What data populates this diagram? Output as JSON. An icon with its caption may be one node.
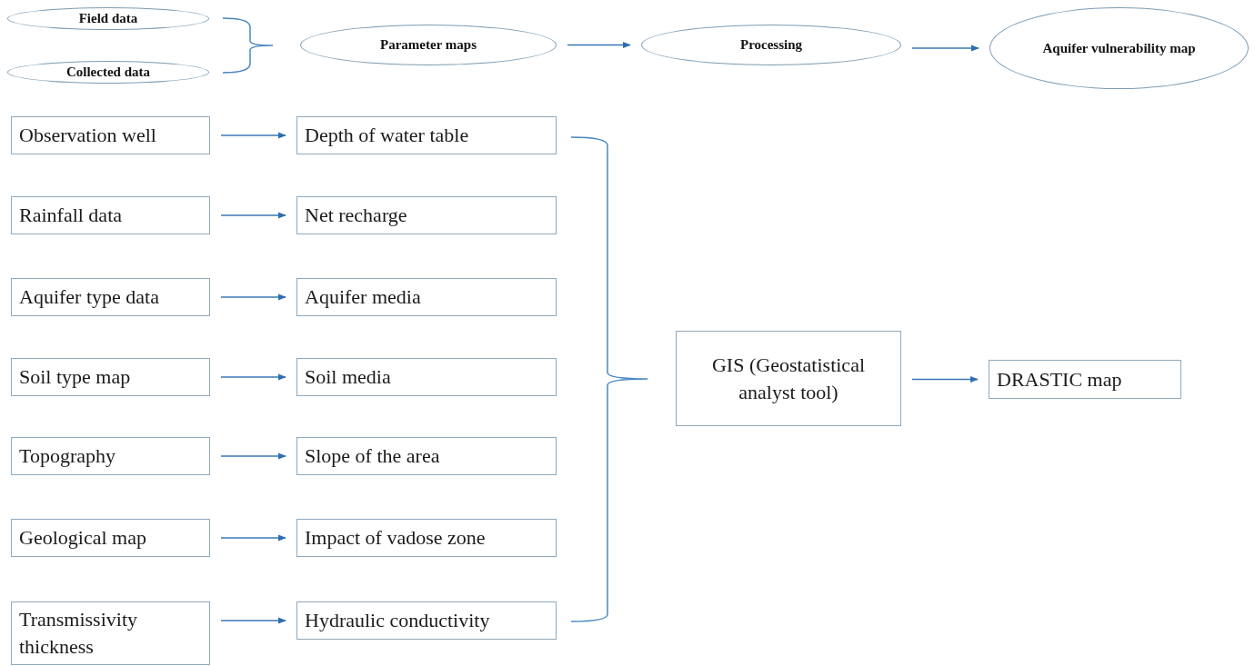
{
  "diagram": {
    "nodes": [
      {
        "text": [
          "Field data"
        ]
      },
      {
        "text": [
          "Collected data"
        ]
      },
      {
        "text": [
          "Parameter maps"
        ]
      },
      {
        "text": [
          "Processing"
        ]
      },
      {
        "text": [
          "Aquifer vulnerability map"
        ]
      },
      {
        "text": [
          "Observation well"
        ]
      },
      {
        "text": [
          "Depth of water table"
        ]
      },
      {
        "text": [
          "Rainfall data"
        ]
      },
      {
        "text": [
          "Net recharge"
        ]
      },
      {
        "text": [
          "Aquifer type data"
        ]
      },
      {
        "text": [
          "Aquifer media"
        ]
      },
      {
        "text": [
          "Soil type map"
        ]
      },
      {
        "text": [
          "Soil media"
        ]
      },
      {
        "text": [
          "Topography"
        ]
      },
      {
        "text": [
          "Slope of the area"
        ]
      },
      {
        "text": [
          "Geological map"
        ]
      },
      {
        "text": [
          "Impact of vadose zone"
        ]
      },
      {
        "text": [
          "Transmissivity thickness"
        ]
      },
      {
        "text": [
          "Hydraulic conductivity"
        ]
      },
      {
        "text": [
          "GIS (Geostatistical analyst tool)"
        ]
      },
      {
        "text": [
          "DRASTIC map"
        ]
      }
    ],
    "edges": [
      {
        "from": 2,
        "to": 3,
        "arrow": "to"
      },
      {
        "from": 3,
        "to": 4,
        "arrow": "to"
      },
      {
        "from": 5,
        "to": 6,
        "arrow": "to"
      },
      {
        "from": 7,
        "to": 8,
        "arrow": "to"
      },
      {
        "from": 9,
        "to": 10,
        "arrow": "to"
      },
      {
        "from": 11,
        "to": 12,
        "arrow": "to"
      },
      {
        "from": 13,
        "to": 14,
        "arrow": "to"
      },
      {
        "from": 15,
        "to": 16,
        "arrow": "to"
      },
      {
        "from": 17,
        "to": 18,
        "arrow": "to"
      },
      {
        "from": 19,
        "to": 20,
        "arrow": "to"
      }
    ]
  }
}
